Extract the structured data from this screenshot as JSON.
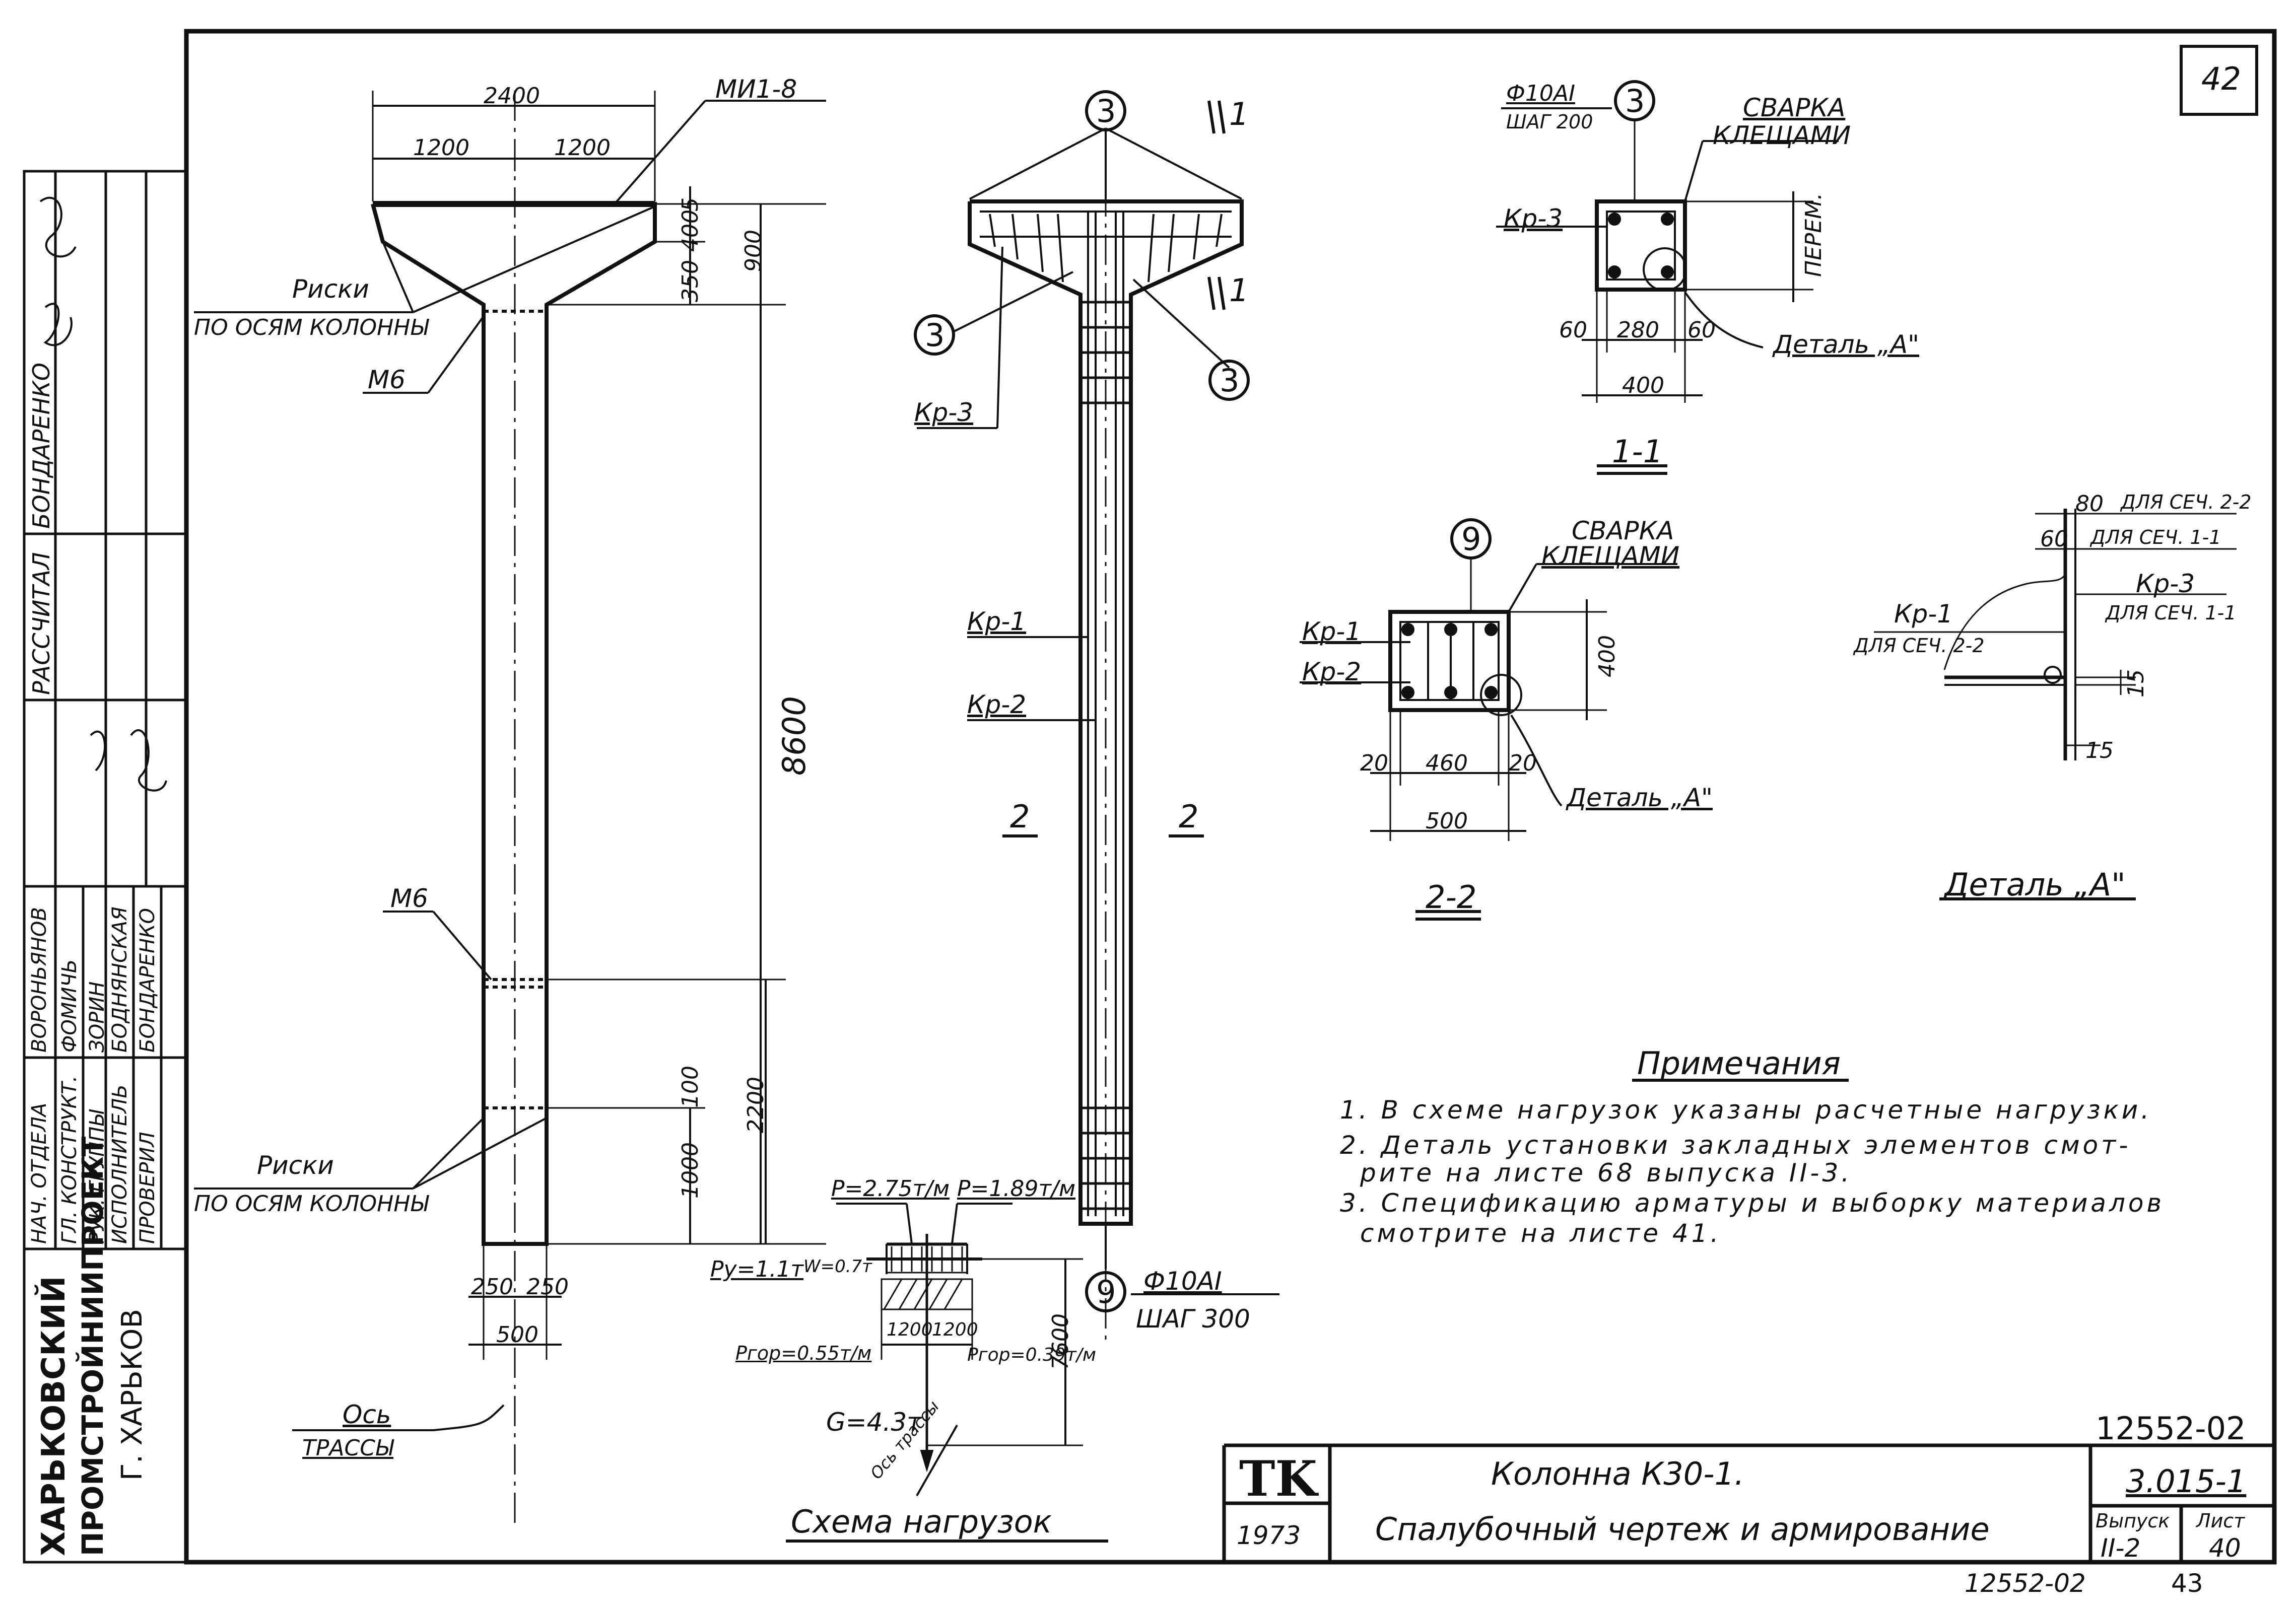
{
  "sheet": {
    "page_number": "42",
    "doc_code": "12552-02",
    "series": "3.015-1",
    "issue_label": "Выпуск",
    "issue_value": "II-2",
    "sheet_label": "Лист",
    "sheet_value": "40",
    "logo": "TK",
    "year": "1973",
    "title_line1": "Колонна К30-1.",
    "title_line2": "Спалубочный чертеж и армирование",
    "bottom_code": "12552-02",
    "bottom_num": "43"
  },
  "org": {
    "line1": "ХАРЬКОВСКИЙ",
    "line2": "ПРОМСТРОЙНИИПРОЕКТ",
    "line3": "Г. ХАРЬКОВ"
  },
  "stamp": {
    "rows": [
      {
        "role": "НАЧ. ОТДЕЛА",
        "name": "ВОРОНЬЯНОВ"
      },
      {
        "role": "ГЛ. КОНСТРУКТ.",
        "name": "ФОМИЧЬ"
      },
      {
        "role": "РУК. ГРУППЫ",
        "name": "ЗОРИН"
      },
      {
        "role": "ИСПОЛНИТЕЛЬ",
        "name": "БОДНЯНСКАЯ"
      },
      {
        "role": "ПРОВЕРИЛ",
        "name": "БОНДАРЕНКО"
      }
    ],
    "calc_role": "РАССЧИТАЛ",
    "calc_name": "БОНДАРЕНКО"
  },
  "elevation": {
    "dim_2400": "2400",
    "dim_1200_a": "1200",
    "dim_1200_b": "1200",
    "mi1": "МИ1-8",
    "dim_5": "5",
    "dim_400": "400",
    "dim_350": "350",
    "dim_900": "900",
    "dim_8600": "8600",
    "dim_100": "100",
    "dim_2200": "2200",
    "dim_1000": "1000",
    "dim_250_a": "250",
    "dim_250_b": "250",
    "dim_500": "500",
    "riski_top": "Риски",
    "riski_top2": "ПО ОСЯМ КОЛОННЫ",
    "m6_top": "М6",
    "m6_mid": "М6",
    "riski_bot": "Риски",
    "riski_bot2": "ПО ОСЯМ КОЛОННЫ",
    "os": "Ось",
    "trassy": "ТРАССЫ"
  },
  "rebar": {
    "c3_top": "3",
    "c3_left": "3",
    "c3_right": "3",
    "c9": "9",
    "cut1_top": "1",
    "cut1_bot": "1",
    "kr3": "Кр-3",
    "kr1": "Кр-1",
    "kr2": "Кр-2",
    "cut2_left": "2",
    "cut2_right": "2",
    "phi": "Ф10АI",
    "step": "ШАГ 300"
  },
  "loads": {
    "p275": "Р=2.75т/м",
    "p189": "Р=1.89т/м",
    "py": "Ру=1.1т",
    "w": "W=0.7т",
    "pgor_l": "Ргор=0.55т/м",
    "pgor_r": "Ргор=0.39т/м",
    "d1200a": "1200",
    "d1200b": "1200",
    "d7600": "7600",
    "g": "G=4.3т",
    "os_trassy": "Ось трассы",
    "title": "Схема нагрузок"
  },
  "sec11": {
    "phi": "Ф10АI",
    "step": "ШАГ 200",
    "circle": "3",
    "weld1": "СВАРКА",
    "weld2": "КЛЕЩАМИ",
    "kr3": "Кр-3",
    "perem": "ПЕРЕМ.",
    "d60a": "60",
    "d280": "280",
    "d60b": "60",
    "d400": "400",
    "detail": "Деталь „А\"",
    "title": "1-1"
  },
  "sec22": {
    "circle": "9",
    "weld1": "СВАРКА",
    "weld2": "КЛЕЩАМИ",
    "kr1": "Кр-1",
    "kr2": "Кр-2",
    "d400": "400",
    "d20a": "20",
    "d460": "460",
    "d20b": "20",
    "d500": "500",
    "detail": "Деталь „А\"",
    "title": "2-2"
  },
  "detailA": {
    "d80": "80",
    "for22": "ДЛЯ СЕЧ. 2-2",
    "d60": "60",
    "for11": "ДЛЯ СЕЧ. 1-1",
    "kr3": "Кр-3",
    "kr3_for": "ДЛЯ СЕЧ. 1-1",
    "kr1": "Кр-1",
    "kr1_for": "ДЛЯ СЕЧ. 2-2",
    "d15a": "15",
    "d15b": "15",
    "title": "Деталь „А\""
  },
  "notes": {
    "title": "Примечания",
    "n1": "1. В схеме нагрузок указаны расчетные нагрузки.",
    "n2a": "2. Деталь установки закладных элементов смот-",
    "n2b": "рите на листе 68 выпуска II-3.",
    "n3a": "3. Спецификацию арматуры и выборку материалов",
    "n3b": "смотрите на листе 41."
  }
}
